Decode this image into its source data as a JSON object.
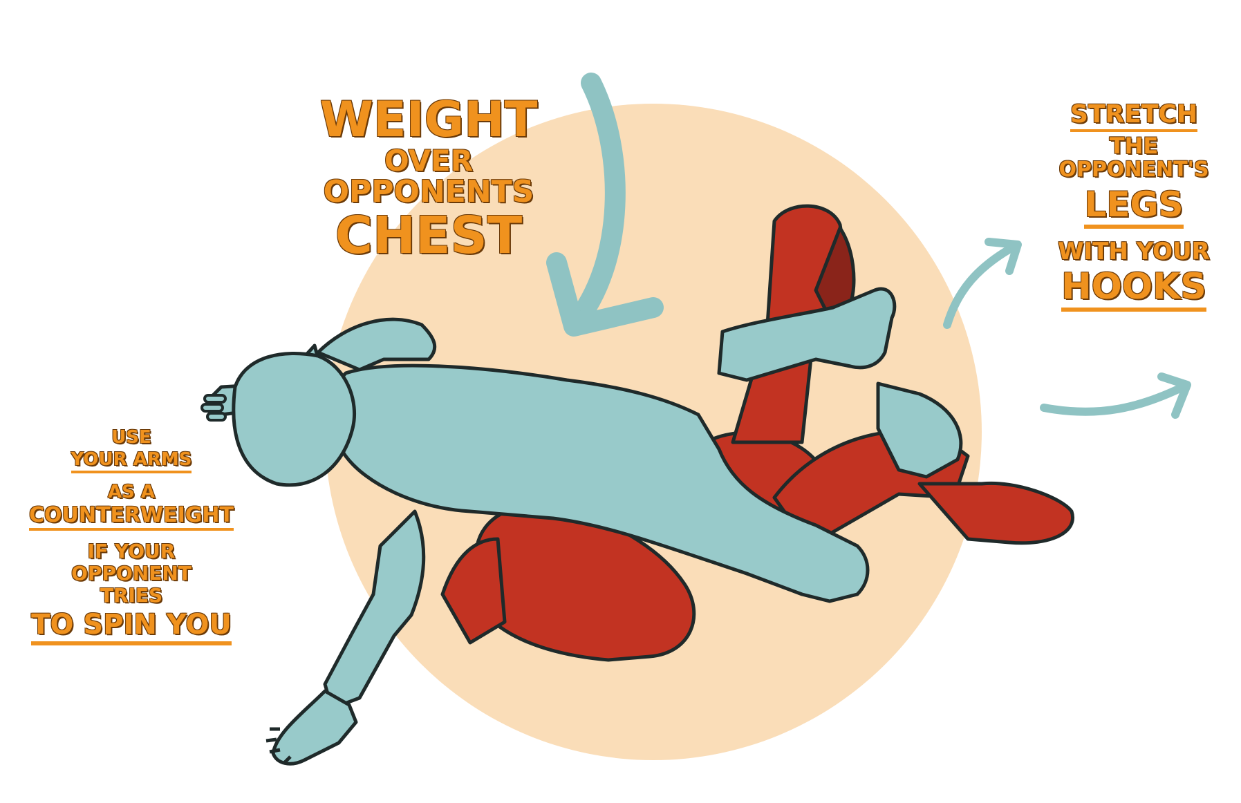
{
  "colors": {
    "circle": "#FADDB8",
    "figure_top": "#98CACA",
    "figure_bottom": "#C23322",
    "arrow": "#8FC3C3",
    "text": "#F0921E",
    "outline": "#1f2a2a"
  },
  "labels": {
    "weight": {
      "line1": "WEIGHT",
      "line2": "OVER",
      "line3": "OPPONENTS",
      "line4": "CHEST"
    },
    "stretch": {
      "line1": "STRETCH",
      "line2": "THE",
      "line3": "OPPONENT'S",
      "line4": "LEGS",
      "line5": "WITH YOUR",
      "line6": "HOOKS"
    },
    "arms": {
      "line1": "USE",
      "line2": "YOUR ARMS",
      "line3": "AS A",
      "line4": "COUNTERWEIGHT",
      "line5": "IF YOUR",
      "line6": "OPPONENT",
      "line7": "TRIES",
      "line8": "TO SPIN YOU"
    }
  }
}
